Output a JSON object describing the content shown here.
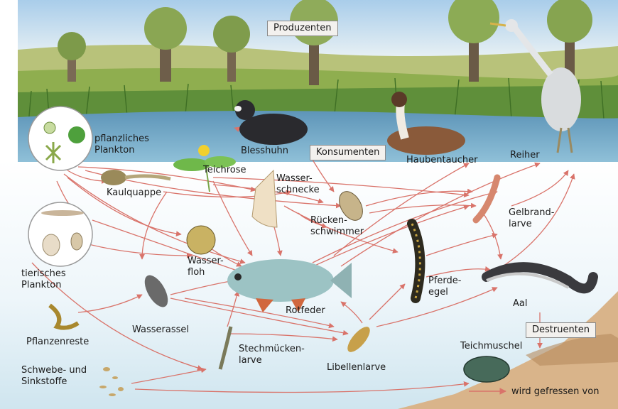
{
  "categories": {
    "producers": "Produzenten",
    "consumers": "Konsumenten",
    "decomposers": "Destruenten"
  },
  "organisms": {
    "plant_plankton": [
      "pflanzliches",
      "Plankton"
    ],
    "animal_plankton": [
      "tierisches",
      "Plankton"
    ],
    "plant_debris": "Pflanzenreste",
    "suspended_matter": [
      "Schwebe- und",
      "Sinkstoffe"
    ],
    "tadpole": "Kaulquappe",
    "water_lily": "Teichrose",
    "coot": "Blesshuhn",
    "grebe": "Haubentaucher",
    "heron": "Reiher",
    "snail": [
      "Wasser-",
      "schnecke"
    ],
    "backswimmer": [
      "Rücken-",
      "schwimmer"
    ],
    "beetle_larva": [
      "Gelbrand-",
      "larve"
    ],
    "water_flea": [
      "Wasser-",
      "floh"
    ],
    "leech": [
      "Pferde-",
      "egel"
    ],
    "rudd": "Rotfeder",
    "eel": "Aal",
    "isopod": "Wasserassel",
    "mosquito_larva": [
      "Stechmücken-",
      "larve"
    ],
    "dragonfly_larva": "Libellenlarve",
    "mussel": "Teichmuschel"
  },
  "legend": {
    "arrow_meaning": "wird gefressen von",
    "arrow_color": "#d9736a"
  },
  "colors": {
    "sky": "#c9dff0",
    "meadow": "#b8c27a",
    "pond_water": "#6fa8c8",
    "underwater": "#e6f2f8",
    "sediment": "#d9b48a"
  }
}
